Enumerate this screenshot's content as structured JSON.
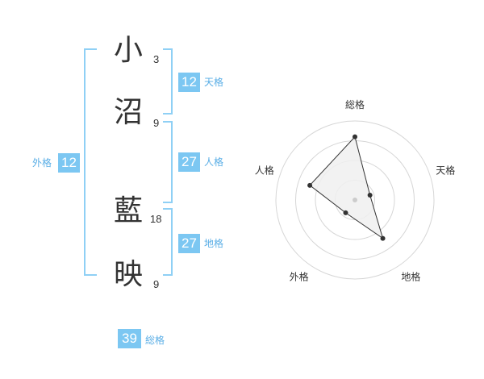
{
  "name": {
    "chars": [
      {
        "char": "小",
        "strokes": "3"
      },
      {
        "char": "沼",
        "strokes": "9"
      },
      {
        "char": "藍",
        "strokes": "18"
      },
      {
        "char": "映",
        "strokes": "9"
      }
    ]
  },
  "fortunes": {
    "tenkaku": {
      "label": "天格",
      "value": "12"
    },
    "jinkaku": {
      "label": "人格",
      "value": "27"
    },
    "chikaku": {
      "label": "地格",
      "value": "27"
    },
    "gaikaku": {
      "label": "外格",
      "value": "12"
    },
    "soukaku": {
      "label": "総格",
      "value": "39"
    }
  },
  "colors": {
    "accent": "#7cc7f2",
    "bracket": "#8fd0f5",
    "label": "#5aaee6",
    "radar_fill": "#f0f0f0",
    "radar_line": "#333333",
    "grid": "#d6d6d6"
  },
  "chart_data": {
    "type": "radar",
    "axes": [
      "総格",
      "天格",
      "地格",
      "外格",
      "人格"
    ],
    "values": [
      0.8,
      0.2,
      0.6,
      0.2,
      0.6
    ],
    "range": [
      0,
      1
    ],
    "rings": 4
  }
}
